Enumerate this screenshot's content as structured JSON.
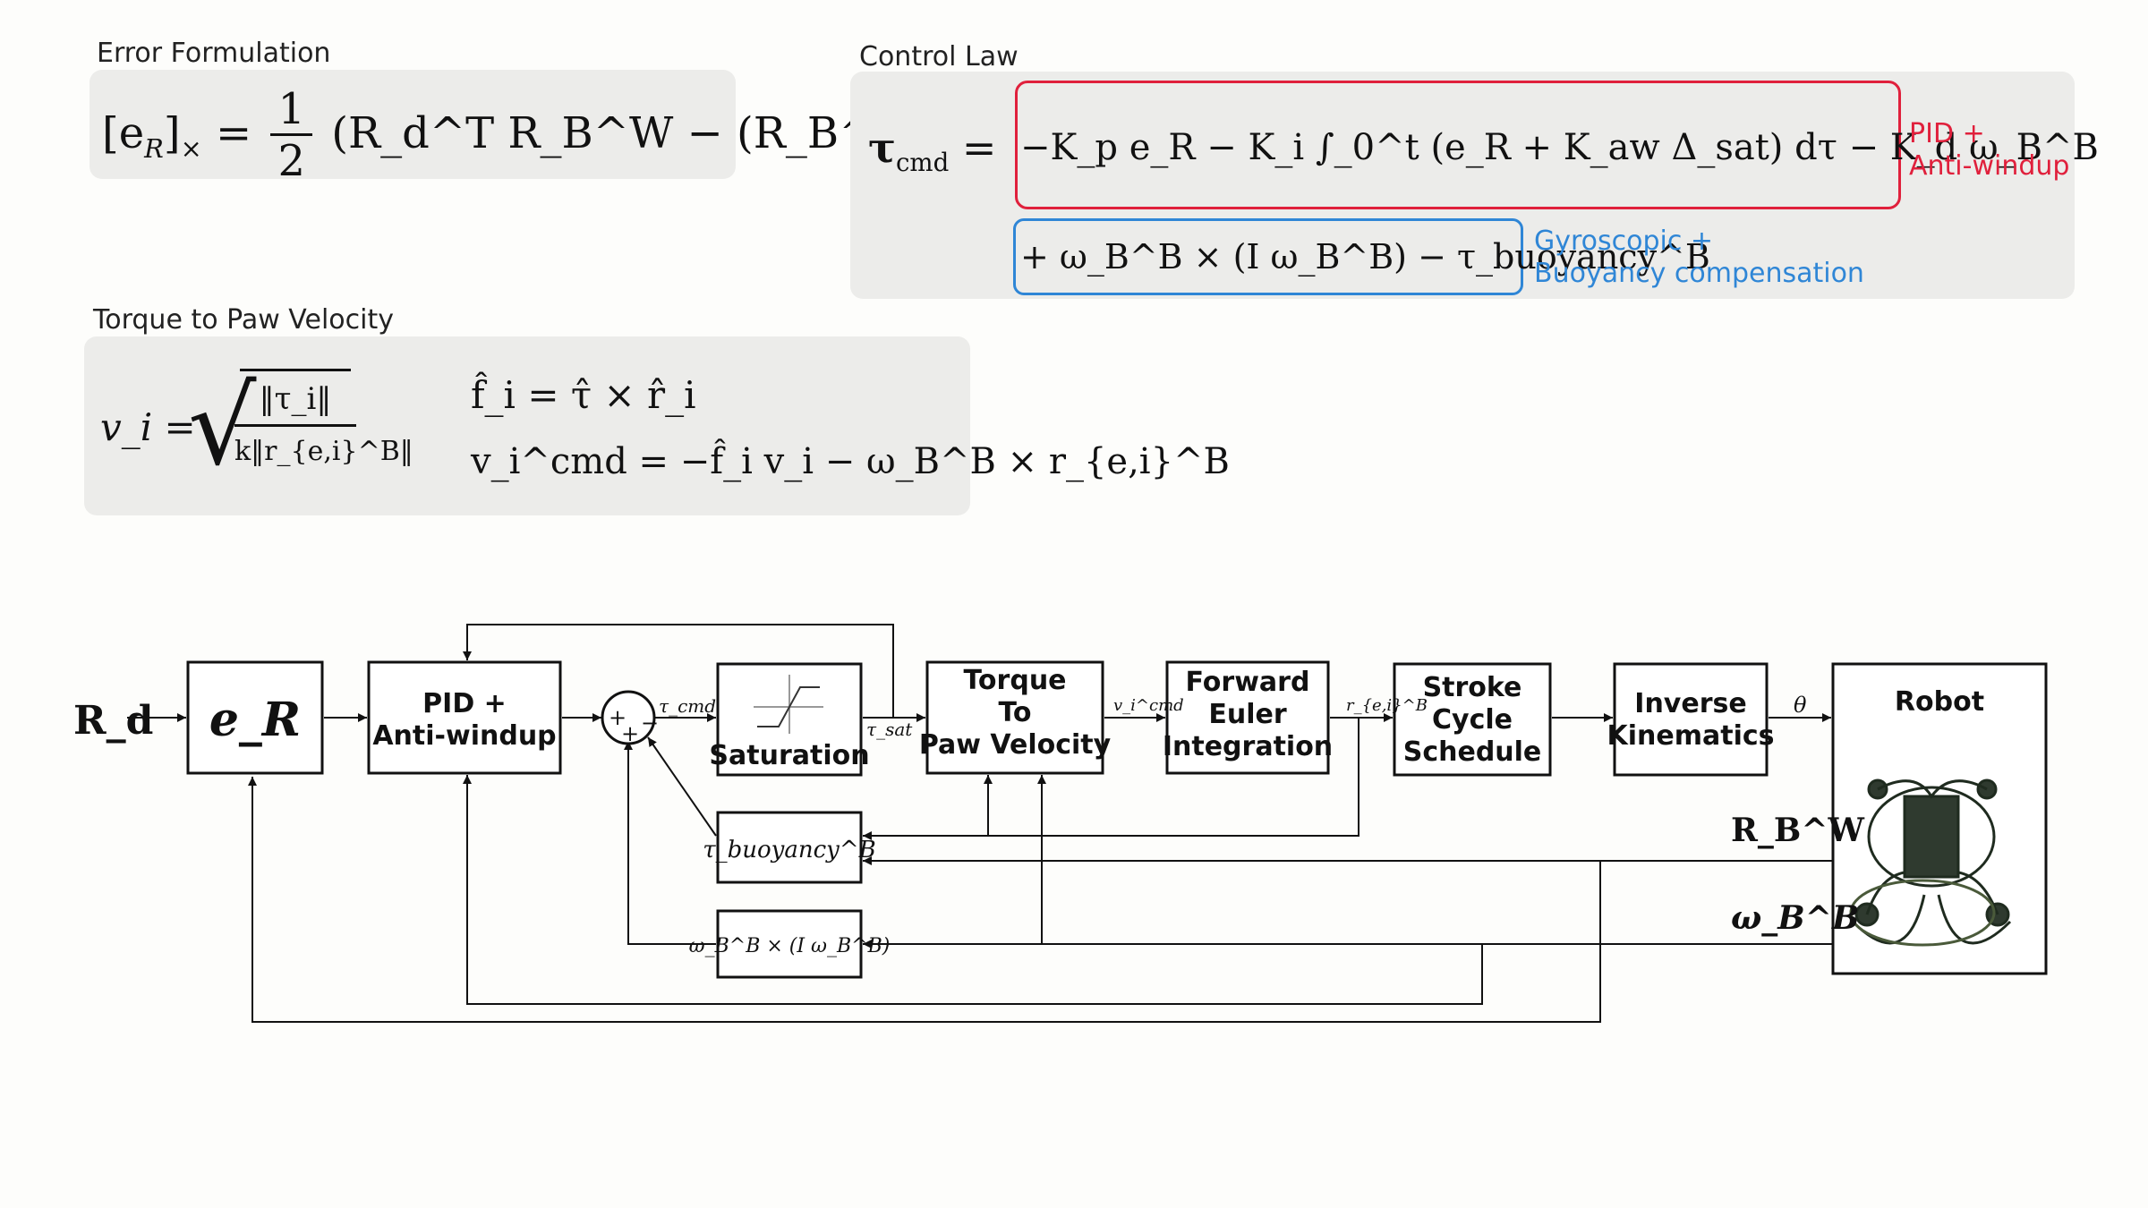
{
  "panels": {
    "error": {
      "title": "Error Formulation",
      "lhs": "[e",
      "lhs_sub": "R",
      "lhs_close": "]",
      "lhs_cross": "×",
      "eq": "=",
      "frac_num": "1",
      "frac_den": "2",
      "rhs": "(R_d^T R_B^W − (R_B^W)^T R_d)"
    },
    "control": {
      "title": "Control Law",
      "lhs": "τ",
      "lhs_sub": "cmd",
      "eq": "=",
      "pid_expr": "−K_p e_R − K_i ∫_0^t (e_R + K_aw Δ_sat) dτ − K_d ω_B^B",
      "gyro_expr": "+ ω_B^B × (I ω_B^B) − τ_buoyancy^B",
      "pid_note_line1": "PID +",
      "pid_note_line2": "Anti-windup",
      "gyro_note_line1": "Gyroscopic +",
      "gyro_note_line2": "Buoyancy compensation",
      "pid_color": "#e0203c",
      "gyro_color": "#2f86d6"
    },
    "torque": {
      "title": "Torque to Paw Velocity",
      "v_lhs": "v_i",
      "v_num": "‖τ_i‖",
      "v_den": "k‖r_{e,i}^B‖",
      "f_eq": "f̂_i = τ̂ × r̂_i",
      "vcmd_eq": "v_i^cmd = −f̂_i v_i − ω_B^B × r_{e,i}^B"
    }
  },
  "diagram": {
    "input": "R_d",
    "blocks": {
      "error": "e_R",
      "pid_line1": "PID +",
      "pid_line2": "Anti-windup",
      "saturation": "Saturation",
      "torque_line1": "Torque",
      "torque_line2": "To",
      "torque_line3": "Paw Velocity",
      "euler_line1": "Forward",
      "euler_line2": "Euler",
      "euler_line3": "Integration",
      "stroke_line1": "Stroke",
      "stroke_line2": "Cycle",
      "stroke_line3": "Schedule",
      "ik_line1": "Inverse",
      "ik_line2": "Kinematics",
      "robot": "Robot",
      "buoyancy": "τ_buoyancy^B",
      "gyro": "ω_B^B × (I ω_B^B)"
    },
    "signals": {
      "tau_cmd": "τ_cmd",
      "tau_sat": "τ_sat",
      "v_cmd": "v_i^cmd",
      "r_ei": "r_{e,i}^B",
      "theta": "θ",
      "R_BW": "R_B^W",
      "omega_BB": "ω_B^B"
    },
    "sum_signs": [
      "+",
      "+",
      "−"
    ]
  }
}
